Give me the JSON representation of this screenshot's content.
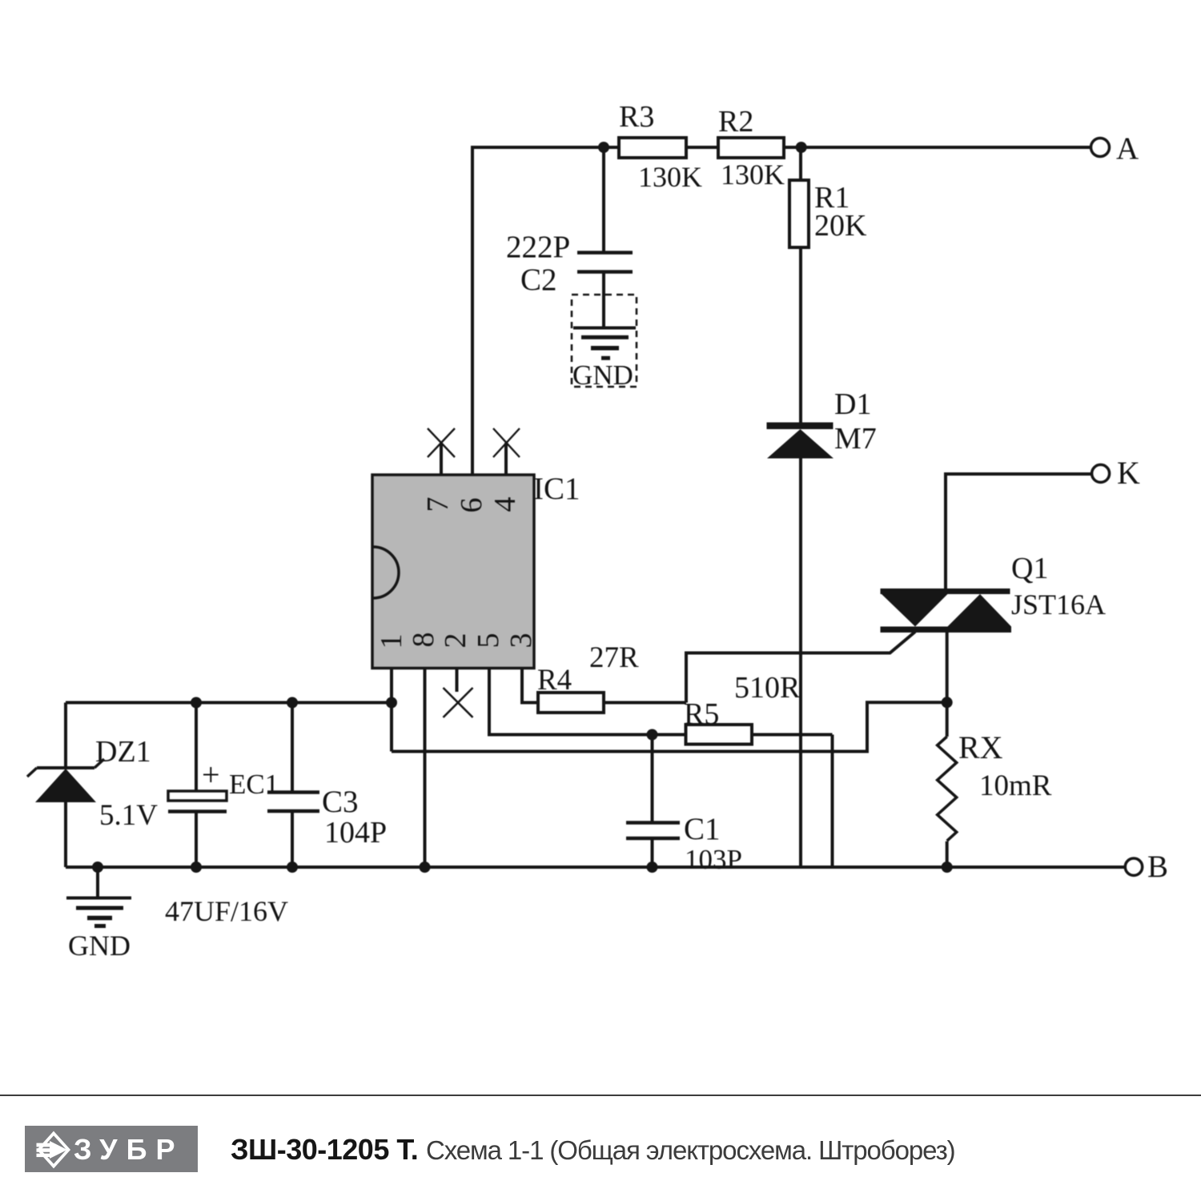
{
  "schematic": {
    "terminals": {
      "a": "A",
      "k": "K",
      "b": "B"
    },
    "ic1": {
      "label": "IC1",
      "pins_top": [
        "7",
        "6",
        "4"
      ],
      "pins_bottom": [
        "1",
        "8",
        "2",
        "5",
        "3"
      ]
    },
    "components": {
      "r3": {
        "name": "R3",
        "value": "130K"
      },
      "r2": {
        "name": "R2",
        "value": "130K"
      },
      "r1": {
        "name": "R1",
        "value": "20K"
      },
      "c2": {
        "name": "C2",
        "value": "222P"
      },
      "c2_gnd": {
        "name": "GND"
      },
      "d1": {
        "name": "D1",
        "value": "M7"
      },
      "q1": {
        "name": "Q1",
        "value": "JST16A"
      },
      "r4": {
        "name": "R4",
        "value": "27R"
      },
      "r5": {
        "name": "R5",
        "value": "510R"
      },
      "rx": {
        "name": "RX",
        "value": "10mR"
      },
      "c1": {
        "name": "C1",
        "value": "103P"
      },
      "dz1": {
        "name": "DZ1",
        "value": "5.1V"
      },
      "ec1": {
        "name": "EC1",
        "value": "47UF/16V",
        "polarity": "+"
      },
      "c3": {
        "name": "C3",
        "value": "104P"
      },
      "gnd": {
        "name": "GND"
      }
    }
  },
  "footer": {
    "brand": "ЗУБР",
    "model": "ЗШ-30-1205 Т.",
    "subtitle": "Схема 1-1 (Общая электросхема. Штроборез)"
  },
  "colors": {
    "line": "#161616",
    "ic_fill": "#b7b7b7",
    "logo_gray": "#7c7d80",
    "divider": "#3c3c3c"
  }
}
